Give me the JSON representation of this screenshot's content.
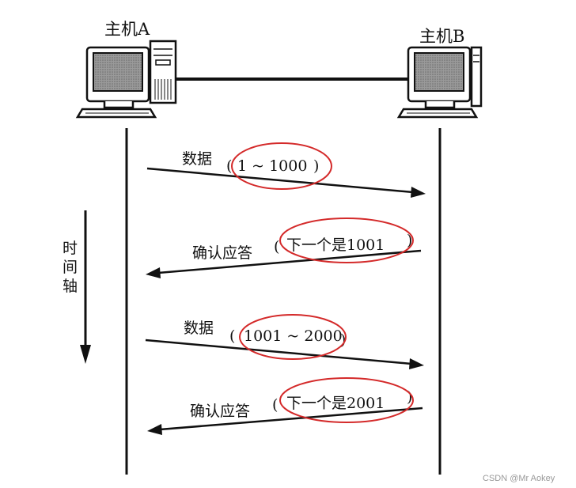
{
  "hosts": {
    "a_label": "主机A",
    "b_label": "主机B"
  },
  "time_axis": {
    "chars": [
      "时",
      "间",
      "轴"
    ]
  },
  "messages": [
    {
      "direction": "A-to-B",
      "prefix": "数据",
      "highlight": "1 ~ 1000",
      "close": ")"
    },
    {
      "direction": "B-to-A",
      "prefix": "确认应答",
      "highlight": "下一个是1001",
      "close": ")"
    },
    {
      "direction": "A-to-B",
      "prefix": "数据",
      "highlight": "1001 ~ 2000",
      "close": ")"
    },
    {
      "direction": "B-to-A",
      "prefix": "确认应答",
      "highlight": "下一个是2001",
      "close": ")"
    }
  ],
  "watermark": "CSDN @Mr  Aokey",
  "colors": {
    "ink": "#111111",
    "highlight_ellipse": "#d42a2a",
    "screen_fill": "#8c8c8c",
    "watermark": "#999999"
  }
}
